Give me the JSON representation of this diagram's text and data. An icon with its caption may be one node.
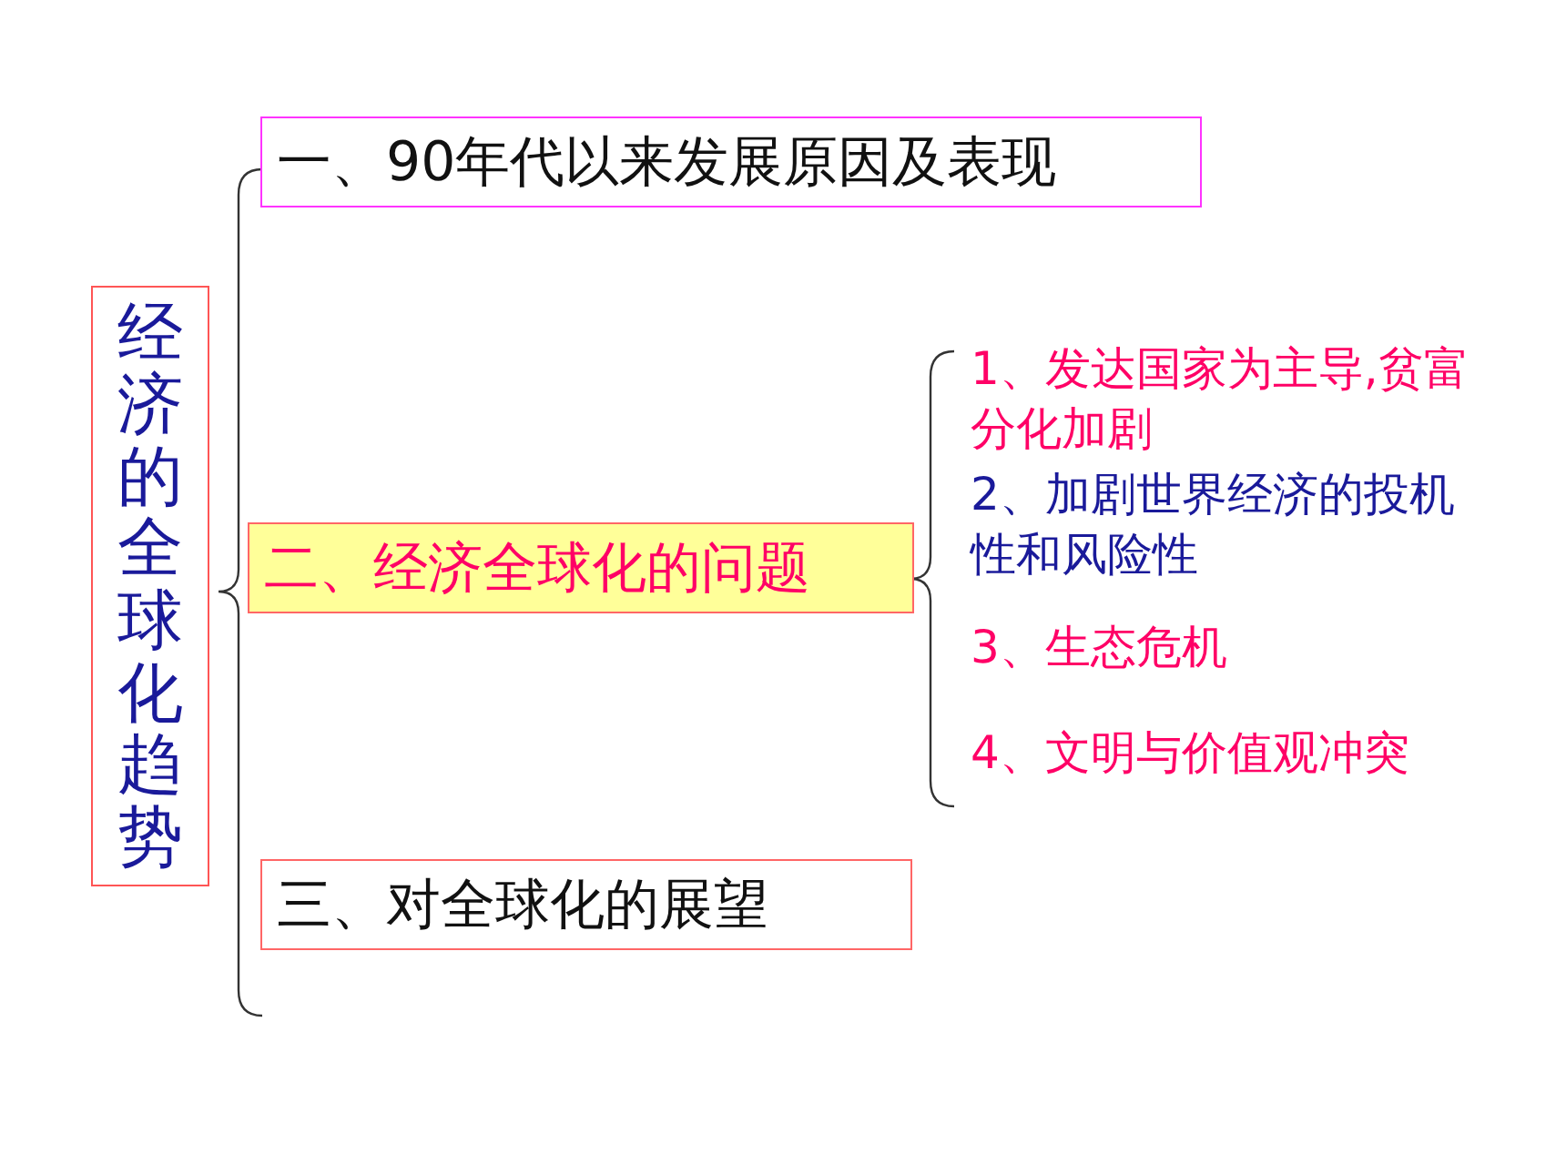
{
  "diagram": {
    "nodes": [
      {
        "text": [
          "经济的全球化趋势"
        ]
      },
      {
        "text": [
          "一、90年代以来发展原因及表现"
        ]
      },
      {
        "text": [
          "二、经济全球化的问题"
        ]
      },
      {
        "text": [
          "三、对全球化的展望"
        ]
      }
    ],
    "labels": [
      "1、发达国家为主导,贫富分化加剧",
      "2、加剧世界经济的投机性和风险性",
      "3、生态危机",
      "4、文明与价值观冲突"
    ]
  }
}
